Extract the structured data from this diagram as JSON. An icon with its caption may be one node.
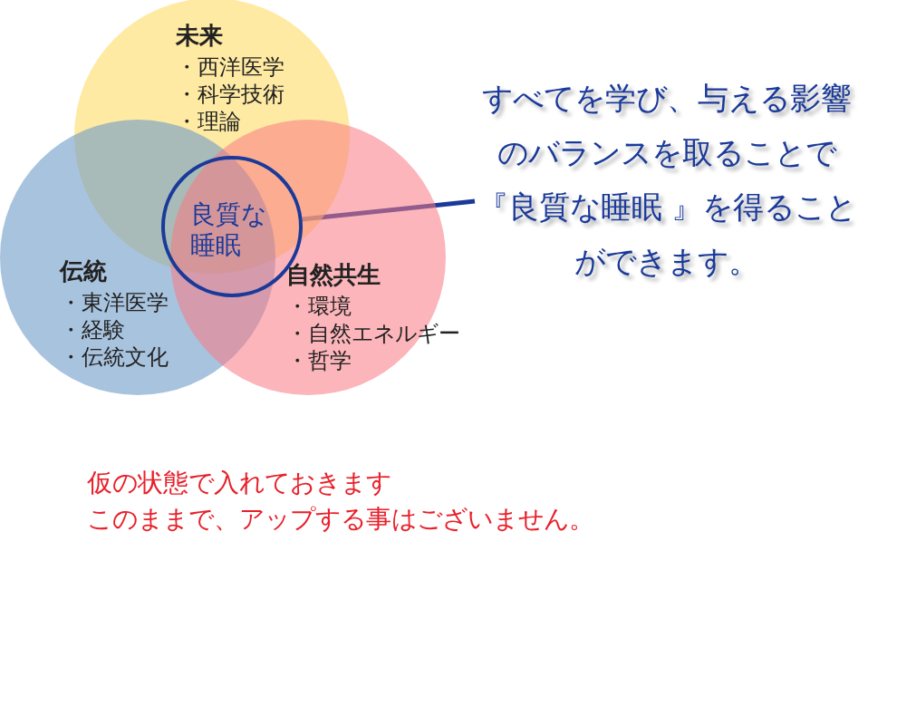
{
  "diagram": {
    "nodes": [
      {
        "text": [
          "未来",
          "・西洋医学",
          "・科学技術",
          "・理論"
        ]
      },
      {
        "text": [
          "伝統",
          "・東洋医学",
          "・経験",
          "・伝統文化"
        ]
      },
      {
        "text": [
          "自然共生",
          "・環境",
          "・自然エネルギー",
          "・哲学"
        ]
      },
      {
        "text": [
          "良質な睡眠"
        ]
      },
      {
        "text": [
          "すべてを学び、与える影響のバランスを取ることで『良質な睡眠 』を得ることができます。"
        ]
      }
    ],
    "edges": [
      {
        "from": 3,
        "to": 4,
        "arrow": "none"
      }
    ],
    "labels": [
      "仮の状態で入れておきます",
      "このままで、アップする事はございません。"
    ]
  }
}
